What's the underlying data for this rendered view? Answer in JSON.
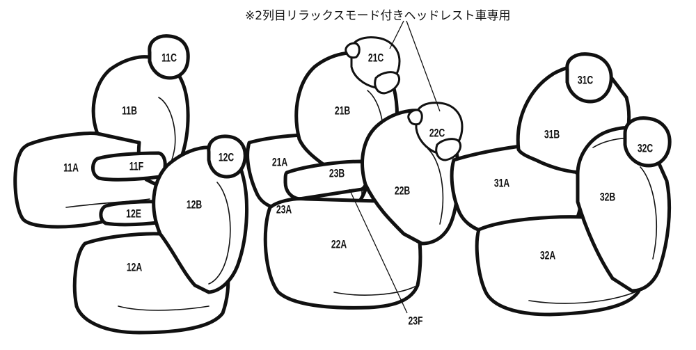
{
  "note": "※2列目リラックスモード付きヘッドレスト車専用",
  "parts": {
    "p11A": "11A",
    "p11B": "11B",
    "p11C": "11C",
    "p11E": "12E",
    "p11F": "11F",
    "p12A": "12A",
    "p12B": "12B",
    "p12C": "12C",
    "p21A": "21A",
    "p21B": "21B",
    "p21C": "21C",
    "p22A": "22A",
    "p22B": "22B",
    "p22C": "22C",
    "p23A": "23A",
    "p23B": "23B",
    "p23F": "23F",
    "p31A": "31A",
    "p31B": "31B",
    "p31C": "31C",
    "p32A": "32A",
    "p32B": "32B",
    "p32C": "32C"
  },
  "colors": {
    "line": "#111111",
    "background": "#ffffff"
  }
}
